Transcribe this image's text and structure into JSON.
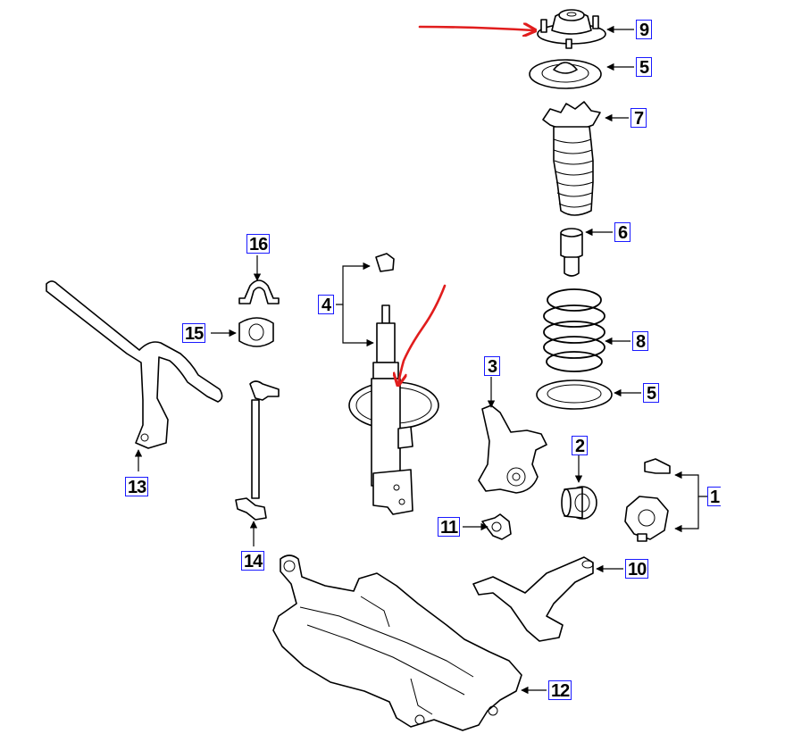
{
  "diagram": {
    "accent_color": "#1a1aff",
    "annotation_color": "#e11d1d",
    "callouts": [
      {
        "key": "c9",
        "label": "9"
      },
      {
        "key": "c5a",
        "label": "5"
      },
      {
        "key": "c7",
        "label": "7"
      },
      {
        "key": "c6",
        "label": "6"
      },
      {
        "key": "c8",
        "label": "8"
      },
      {
        "key": "c5b",
        "label": "5"
      },
      {
        "key": "c16",
        "label": "16"
      },
      {
        "key": "c4",
        "label": "4"
      },
      {
        "key": "c15",
        "label": "15"
      },
      {
        "key": "c3",
        "label": "3"
      },
      {
        "key": "c13",
        "label": "13"
      },
      {
        "key": "c2",
        "label": "2"
      },
      {
        "key": "c1",
        "label": "1"
      },
      {
        "key": "c11",
        "label": "11"
      },
      {
        "key": "c14",
        "label": "14"
      },
      {
        "key": "c10",
        "label": "10"
      },
      {
        "key": "c12",
        "label": "12"
      }
    ]
  }
}
